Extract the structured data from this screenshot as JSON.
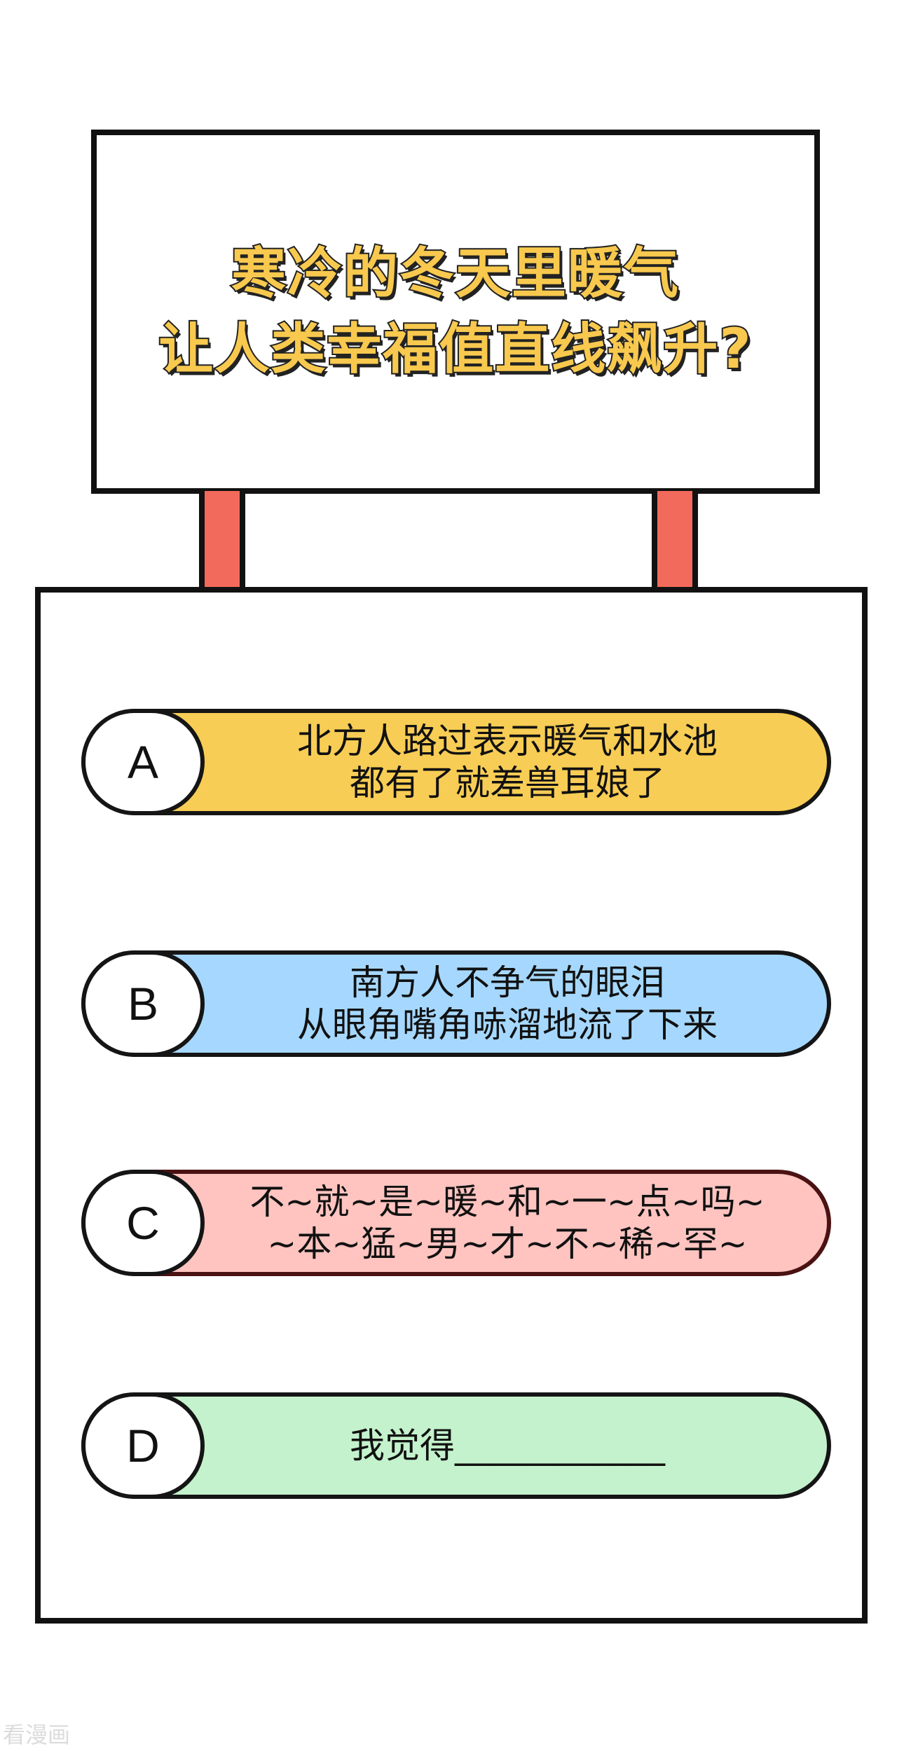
{
  "sign": {
    "line1": "寒冷的冬天里暖气",
    "line2": "让人类幸福值直线飙升?"
  },
  "options": [
    {
      "letter": "A",
      "lines": [
        "北方人路过表示暖气和水池",
        "都有了就差兽耳娘了"
      ],
      "color": "#f8cd55"
    },
    {
      "letter": "B",
      "lines": [
        "南方人不争气的眼泪",
        "从眼角嘴角哧溜地流了下来"
      ],
      "color": "#a6d8ff"
    },
    {
      "letter": "C",
      "lines": [
        "不~就~是~暖~和~一~点~吗~",
        "~本~猛~男~才~不~稀~罕~"
      ],
      "color": "#ffc4c0"
    },
    {
      "letter": "D",
      "lines": [
        "我觉得____________"
      ],
      "color": "#c4f2cc"
    }
  ],
  "watermark": "看漫画",
  "colors": {
    "post": "#f26a5b",
    "outline": "#111111",
    "title_fill": "#f8c94e"
  }
}
